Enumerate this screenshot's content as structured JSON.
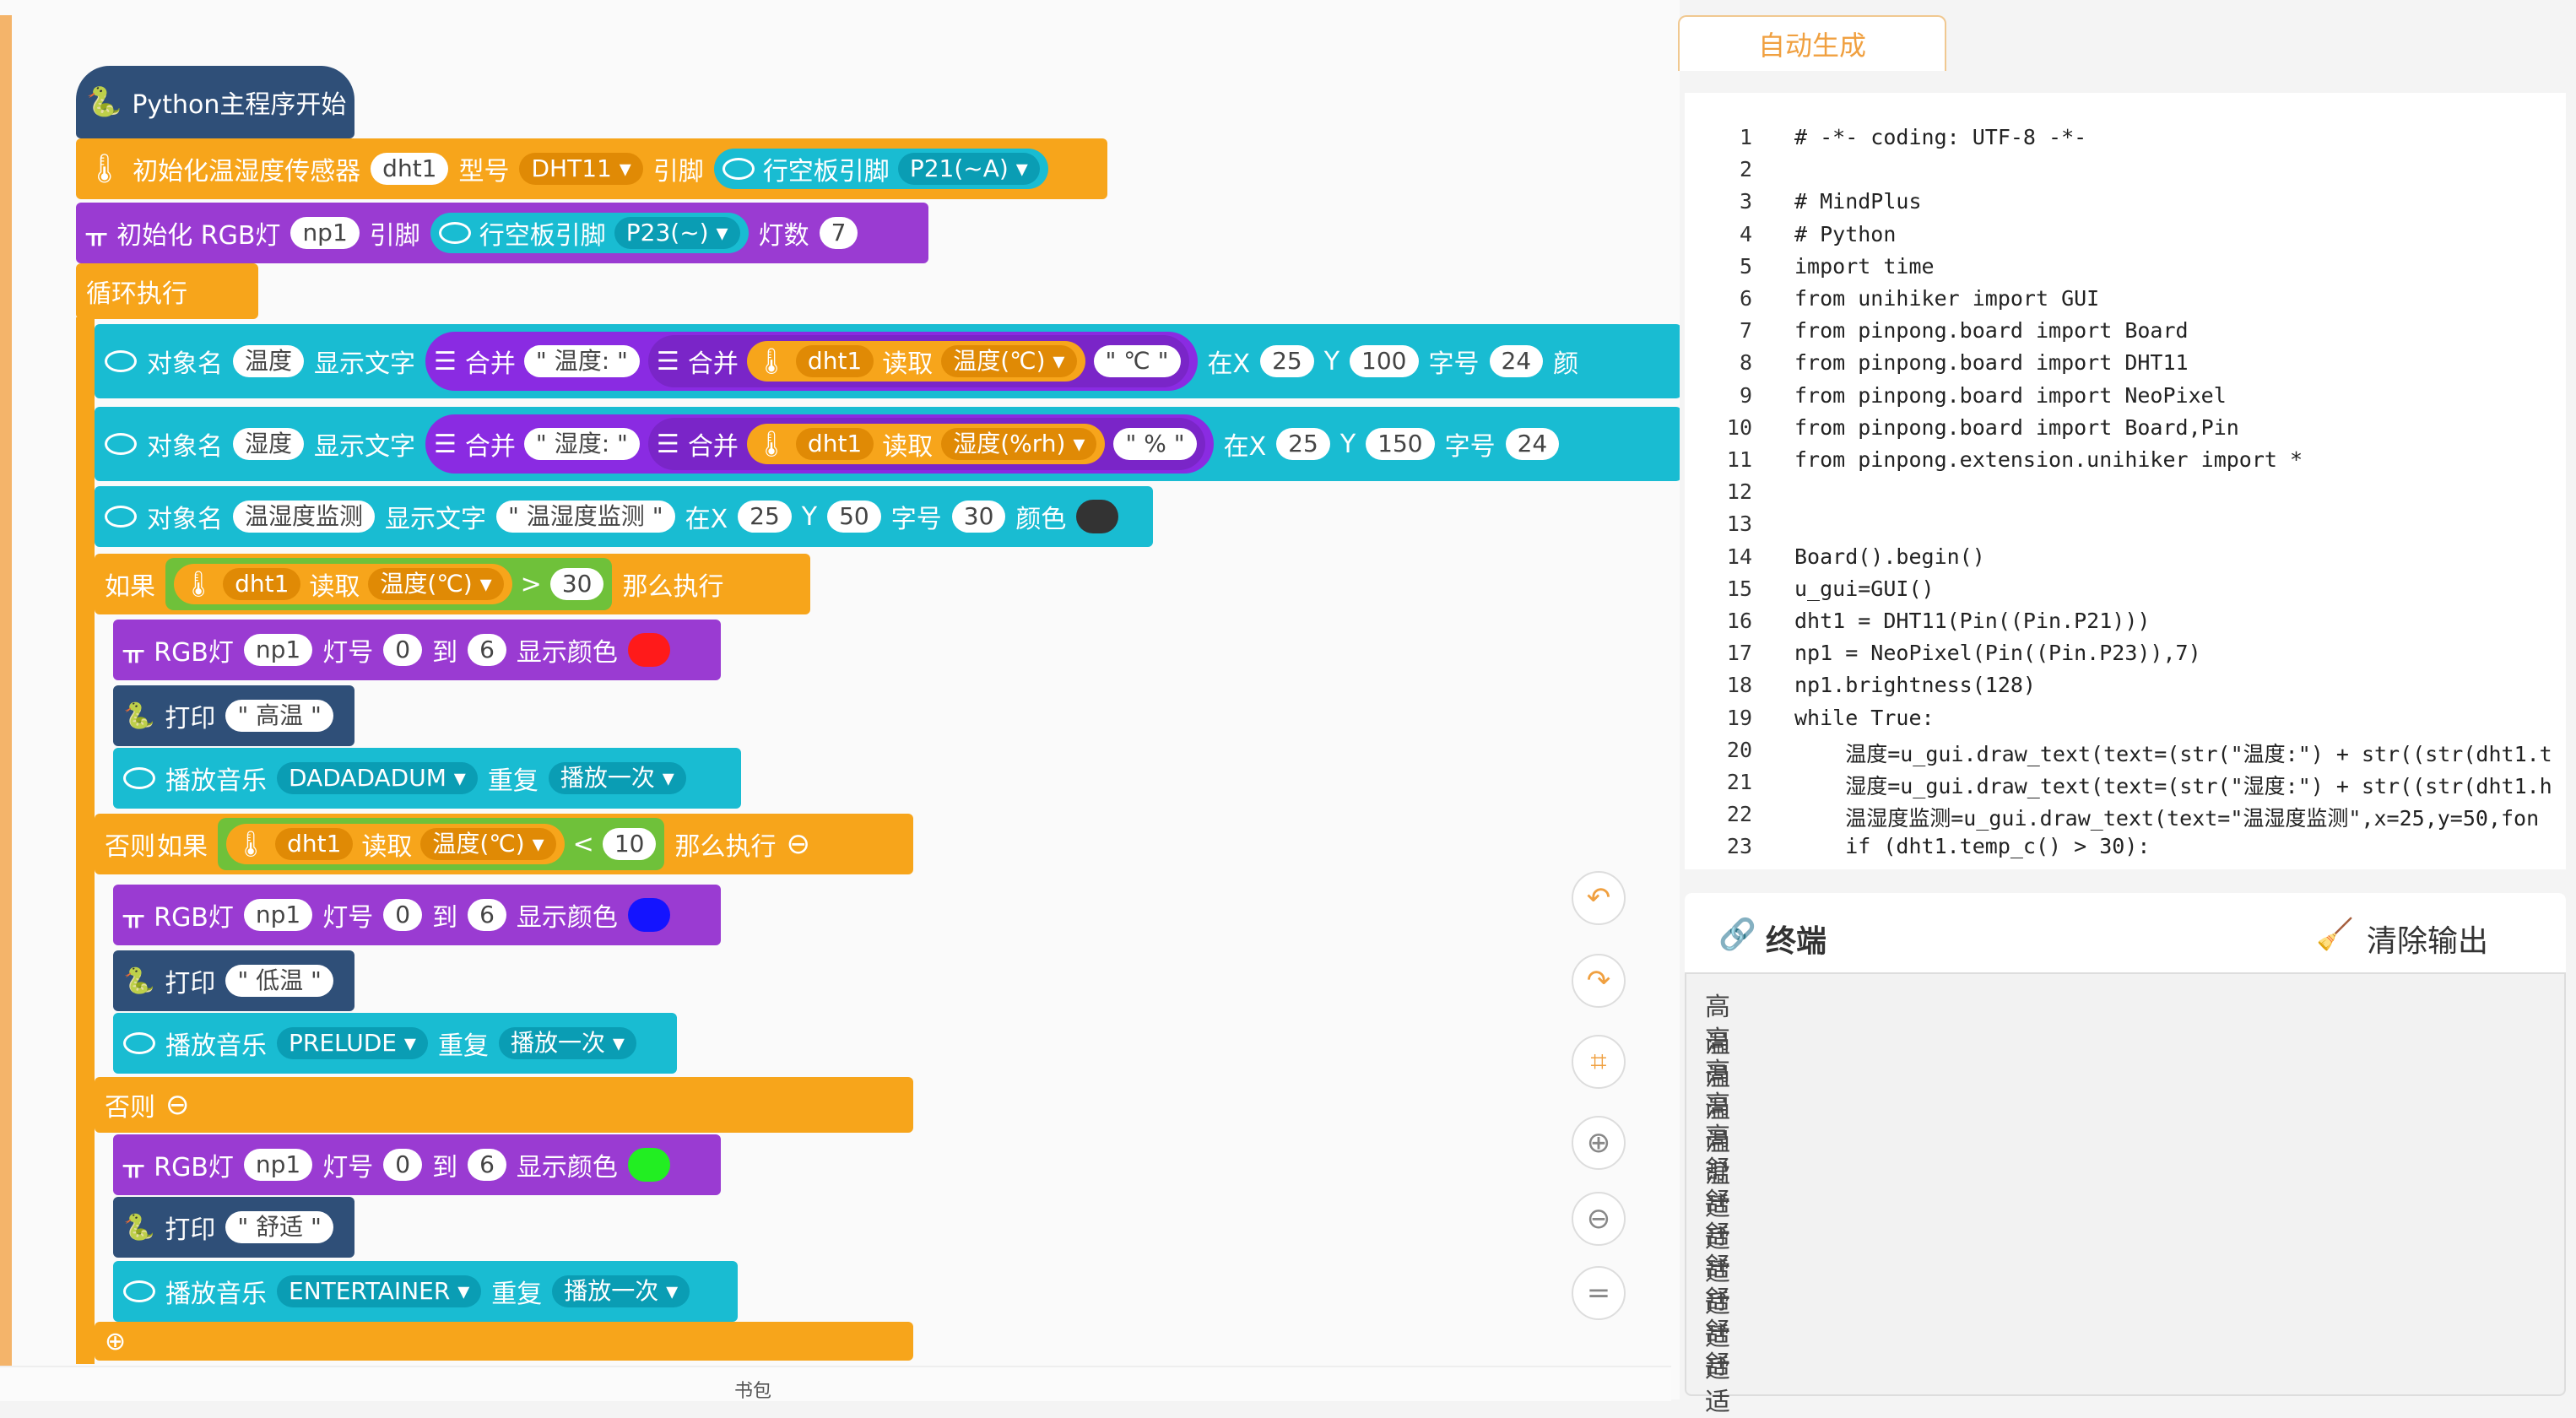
{
  "workspace": {
    "bottom_label": "书包",
    "blocks": {
      "start": "Python主程序开始",
      "init_dht": {
        "label": "初始化温湿度传感器",
        "name": "dht1",
        "model_label": "型号",
        "model": "DHT11",
        "pin_label": "引脚",
        "board_pin_label": "行空板引脚",
        "pin": "P21(~A)"
      },
      "init_rgb": {
        "label": "初始化 RGB灯",
        "name": "np1",
        "pin_label": "引脚",
        "board_pin_label": "行空板引脚",
        "pin": "P23(~)",
        "count_label": "灯数",
        "count": "7"
      },
      "loop": "循环执行",
      "text1": {
        "obj_label": "对象名",
        "obj": "温度",
        "show_label": "显示文字",
        "merge": "合并",
        "str": "\" 温度: \"",
        "dht": "dht1",
        "read": "读取",
        "prop": "温度(℃)",
        "unit": "\" ℃ \"",
        "x_label": "在X",
        "x": "25",
        "y_label": "Y",
        "y": "100",
        "size_label": "字号",
        "size": "24",
        "color_label": "颜"
      },
      "text2": {
        "obj_label": "对象名",
        "obj": "湿度",
        "show_label": "显示文字",
        "merge": "合并",
        "str": "\" 湿度: \"",
        "dht": "dht1",
        "read": "读取",
        "prop": "湿度(%rh)",
        "unit": "\" % \"",
        "x_label": "在X",
        "x": "25",
        "y_label": "Y",
        "y": "150",
        "size_label": "字号",
        "size": "24"
      },
      "text3": {
        "obj_label": "对象名",
        "obj": "温湿度监测",
        "show_label": "显示文字",
        "str": "\" 温湿度监测 \"",
        "x_label": "在X",
        "x": "25",
        "y_label": "Y",
        "y": "50",
        "size_label": "字号",
        "size": "30",
        "color_label": "颜色",
        "color": "#333333"
      },
      "if1": {
        "if": "如果",
        "dht": "dht1",
        "read": "读取",
        "prop": "温度(℃)",
        "op": ">",
        "value": "30",
        "then": "那么执行"
      },
      "rgb1": {
        "label": "RGB灯",
        "name": "np1",
        "num_label": "灯号",
        "from": "0",
        "to_label": "到",
        "to": "6",
        "show_label": "显示颜色",
        "color": "#ff1a1a"
      },
      "print1": {
        "label": "打印",
        "text": "\" 高温 \""
      },
      "music1": {
        "label": "播放音乐",
        "tune": "DADADADUM",
        "repeat_label": "重复",
        "repeat": "播放一次"
      },
      "elif": {
        "else": "否则",
        "if": "如果",
        "dht": "dht1",
        "read": "读取",
        "prop": "温度(℃)",
        "op": "<",
        "value": "10",
        "then": "那么执行"
      },
      "rgb2": {
        "label": "RGB灯",
        "name": "np1",
        "num_label": "灯号",
        "from": "0",
        "to_label": "到",
        "to": "6",
        "show_label": "显示颜色",
        "color": "#1414ff"
      },
      "print2": {
        "label": "打印",
        "text": "\" 低温 \""
      },
      "music2": {
        "label": "播放音乐",
        "tune": "PRELUDE",
        "repeat_label": "重复",
        "repeat": "播放一次"
      },
      "else": "否则",
      "rgb3": {
        "label": "RGB灯",
        "name": "np1",
        "num_label": "灯号",
        "from": "0",
        "to_label": "到",
        "to": "6",
        "show_label": "显示颜色",
        "color": "#22ee22"
      },
      "print3": {
        "label": "打印",
        "text": "\" 舒适 \""
      },
      "music3": {
        "label": "播放音乐",
        "tune": "ENTERTAINER",
        "repeat_label": "重复",
        "repeat": "播放一次"
      }
    }
  },
  "right": {
    "tab": "自动生成",
    "code_lines": [
      "# -*- coding: UTF-8 -*-",
      "",
      "# MindPlus",
      "# Python",
      "import time",
      "from unihiker import GUI",
      "from pinpong.board import Board",
      "from pinpong.board import DHT11",
      "from pinpong.board import NeoPixel",
      "from pinpong.board import Board,Pin",
      "from pinpong.extension.unihiker import *",
      "",
      "",
      "Board().begin()",
      "u_gui=GUI()",
      "dht1 = DHT11(Pin((Pin.P21)))",
      "np1 = NeoPixel(Pin((Pin.P23)),7)",
      "np1.brightness(128)",
      "while True:",
      "    温度=u_gui.draw_text(text=(str(\"温度:\") + str((str(dht1.t",
      "    湿度=u_gui.draw_text(text=(str(\"湿度:\") + str((str(dht1.h",
      "    温湿度监测=u_gui.draw_text(text=\"温湿度监测\",x=25,y=50,fon",
      "    if (dht1.temp_c() > 30):"
    ],
    "terminal_title": "终端",
    "clear_label": "清除输出",
    "terminal_lines": [
      "高温",
      "高温",
      "高温",
      "高温",
      "高温",
      "舒适",
      "舒适",
      "舒适",
      "舒适",
      "舒适",
      "舒适",
      "舒适"
    ]
  }
}
